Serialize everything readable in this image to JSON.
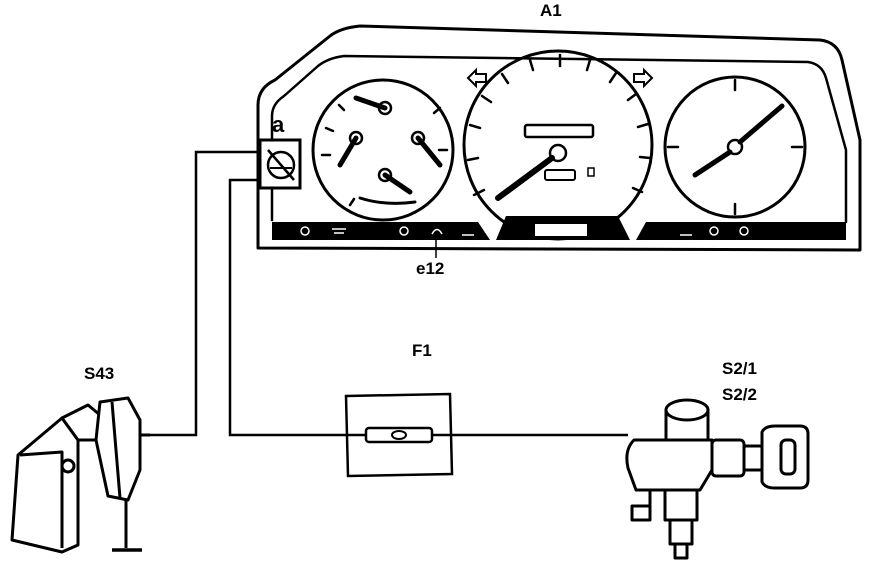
{
  "labels": {
    "cluster": "A1",
    "indicator": "e12",
    "fuse": "F1",
    "sensor": "S43",
    "switch_line1": "S2/1",
    "switch_line2": "S2/2",
    "module": "a"
  },
  "colors": {
    "line": "#000000",
    "fill": "#ffffff"
  }
}
